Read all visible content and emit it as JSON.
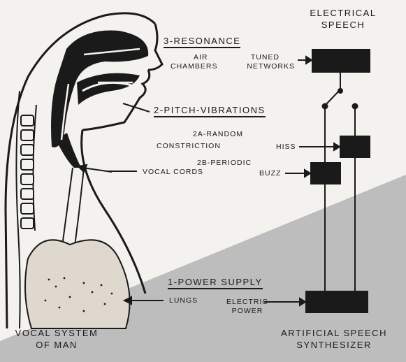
{
  "header": {
    "line1": "ELECTRICAL",
    "line2": "SPEECH"
  },
  "stages": {
    "resonance": "3-RESONANCE",
    "pitch": "2-PITCH-VIBRATIONS",
    "power": "1-POWER SUPPLY"
  },
  "man": {
    "air_line1": "AIR",
    "air_line2": "CHAMBERS",
    "constriction_title": "2A-RANDOM",
    "constriction": "CONSTRICTION",
    "cords_title": "2B-PERIODIC",
    "cords": "VOCAL CORDS",
    "lungs": "LUNGS",
    "caption_line1": "VOCAL SYSTEM",
    "caption_line2": "OF MAN"
  },
  "synth": {
    "tuned_line1": "TUNED",
    "tuned_line2": "NETWORKS",
    "hiss": "HISS",
    "buzz": "BUZZ",
    "electric_line1": "ELECTRIC",
    "electric_line2": "POWER",
    "caption_line1": "ARTIFICIAL SPEECH",
    "caption_line2": "SYNTHESIZER"
  },
  "colors": {
    "paper": "#f4f2ee",
    "ink": "#1a1a1a",
    "shade": "#bdbdbd"
  }
}
